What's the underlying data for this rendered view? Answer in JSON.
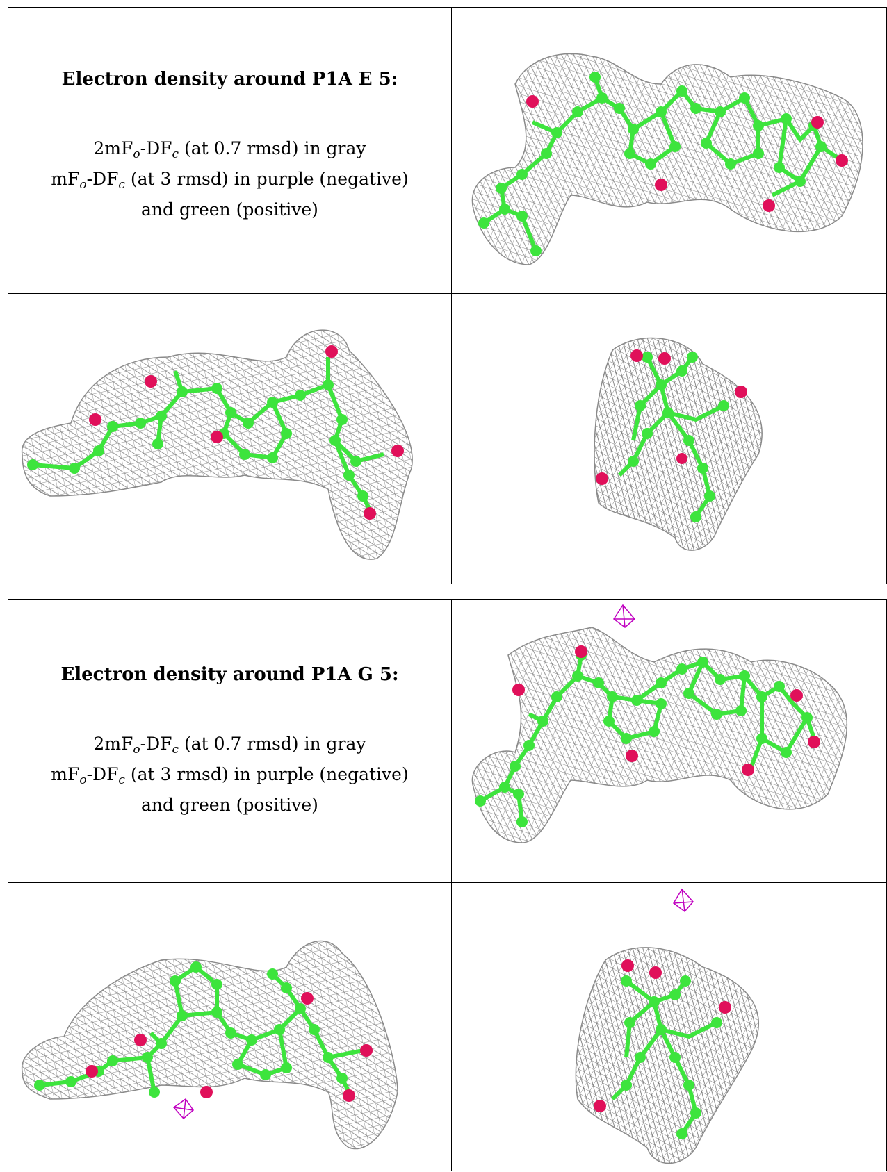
{
  "panels": [
    {
      "heading": "Electron density around P1A E 5:",
      "line1": {
        "p1": "2mF",
        "s1": "o",
        "p2": "-DF",
        "s2": "c",
        "p3": " (at 0.7 rmsd) in gray"
      },
      "line2": {
        "p1": "mF",
        "s1": "o",
        "p2": "-DF",
        "s2": "c",
        "p3": " (at 3 rmsd) in purple (negative)"
      },
      "line3": "and green (positive)",
      "images": [
        "side view",
        "front view",
        "end-on view"
      ]
    },
    {
      "heading": "Electron density around P1A G 5:",
      "line1": {
        "p1": "2mF",
        "s1": "o",
        "p2": "-DF",
        "s2": "c",
        "p3": " (at 0.7 rmsd) in gray"
      },
      "line2": {
        "p1": "mF",
        "s1": "o",
        "p2": "-DF",
        "s2": "c",
        "p3": " (at 3 rmsd) in purple (negative)"
      },
      "line3": "and green (positive)",
      "images": [
        "side view",
        "front view",
        "end-on view"
      ]
    }
  ],
  "colors": {
    "mesh": "#8a8a8a",
    "carbon": "#3de43d",
    "oxygen": "#e0105a",
    "negative": "#c000c0"
  }
}
